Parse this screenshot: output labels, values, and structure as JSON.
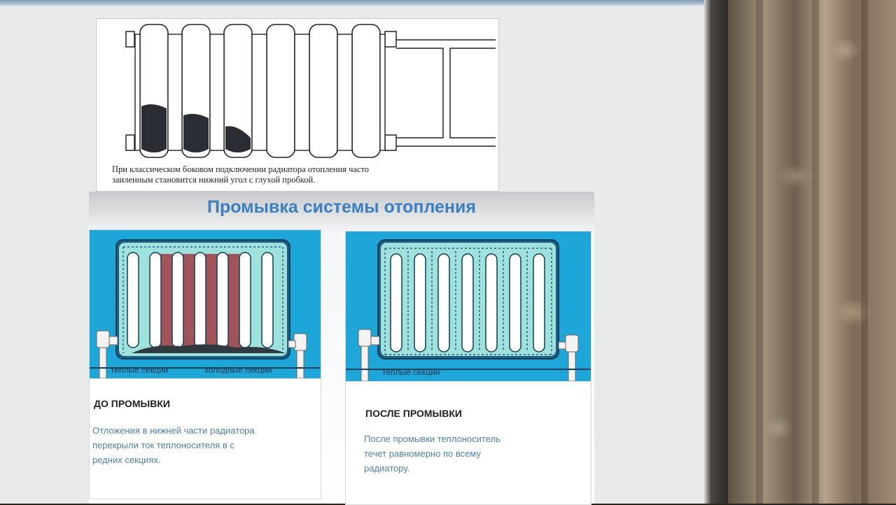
{
  "diagram_caption": {
    "line1": "При классическом боковом подключении радиатора отопления часто",
    "line2": "заиленным становится нижний угол с глухой пробкой."
  },
  "slide": {
    "title": "Промывка системы отопления",
    "before": {
      "warm_label": "теплые секции",
      "cold_label": "холодные секции",
      "heading": "ДО ПРОМЫВКИ",
      "desc_line1": "Отложения в нижней части радиатора",
      "desc_line2": "перекрыли ток теплоносителя в с",
      "desc_line3": "редних секциях."
    },
    "after": {
      "warm_label": "теплые секции",
      "heading": "ПОСЛЕ ПРОМЫВКИ",
      "desc_line1": "После промывки теплоноситель",
      "desc_line2": "течет равномерно по всему",
      "desc_line3": "радиатору."
    }
  },
  "colors": {
    "accent_blue": "#1fa6d8",
    "title_blue": "#3c7fc0",
    "cold_section": "#a0545a",
    "flow_fill": "#9fe1dd"
  }
}
